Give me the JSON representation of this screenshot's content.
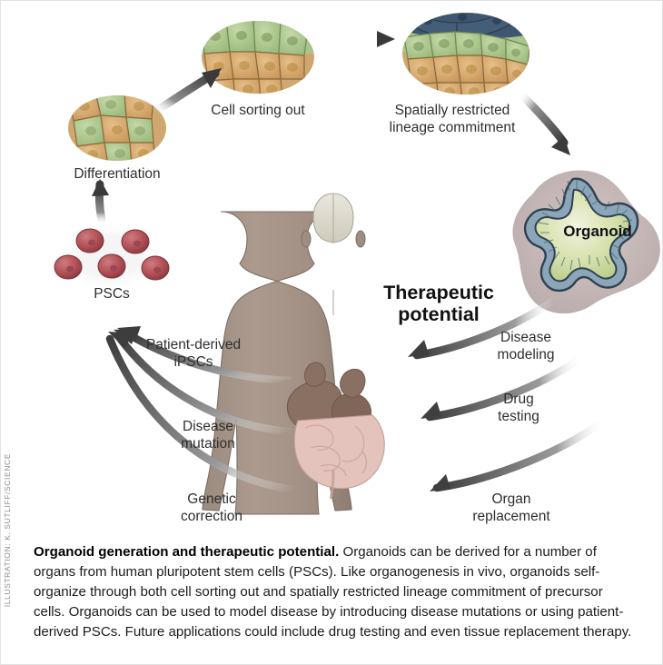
{
  "figure": {
    "title_overlay": {
      "line1": "Therapeutic",
      "line2": "potential"
    },
    "stages": [
      {
        "id": "pscs",
        "label": "PSCs"
      },
      {
        "id": "differentiation",
        "label": "Differentiation"
      },
      {
        "id": "cell-sorting",
        "label": "Cell sorting out"
      },
      {
        "id": "lineage",
        "label_line1": "Spatially restricted",
        "label_line2": "lineage commitment"
      },
      {
        "id": "organoid",
        "label": "Organoid"
      }
    ],
    "right_arrows": [
      {
        "id": "disease-modeling",
        "line1": "Disease",
        "line2": "modeling"
      },
      {
        "id": "drug-testing",
        "line1": "Drug",
        "line2": "testing"
      },
      {
        "id": "organ-replacement",
        "line1": "Organ",
        "line2": "replacement"
      }
    ],
    "left_arrows": [
      {
        "id": "patient-derived-ipscs",
        "line1": "Patient-derived",
        "line2": "iPSCs"
      },
      {
        "id": "disease-mutation",
        "line1": "Disease",
        "line2": "mutation"
      },
      {
        "id": "genetic-correction",
        "line1": "Genetic",
        "line2": "correction"
      }
    ],
    "colors": {
      "cell_green": "#a9c58b",
      "cell_tan": "#d9a96c",
      "cell_navy": "#3e5670",
      "psc_red": "#b5535a",
      "organoid_epithelium": "#a8c0d0",
      "organoid_lumen": "#cdd9a2",
      "body_skin": "#a79689",
      "organ_dark": "#8a6f63",
      "organ_intestine": "#e3c3bb",
      "arrow_dark": "#4a4a4a",
      "label_text": "#2f2f2f"
    }
  },
  "credit": "ILLUSTRATION: K. SUTLIFF/SCIENCE",
  "caption": {
    "bold_lead": "Organoid generation and therapeutic potential.",
    "body": " Organoids can be derived for a number of organs from human pluripotent stem cells (PSCs). Like organogenesis in vivo, organoids self-organize through both cell sorting out and spatially restricted lineage commitment of precursor cells. Organoids can be used to model disease by introducing disease mutations or using patient-derived PSCs. Future applications could include drug testing and even tissue replacement therapy."
  }
}
